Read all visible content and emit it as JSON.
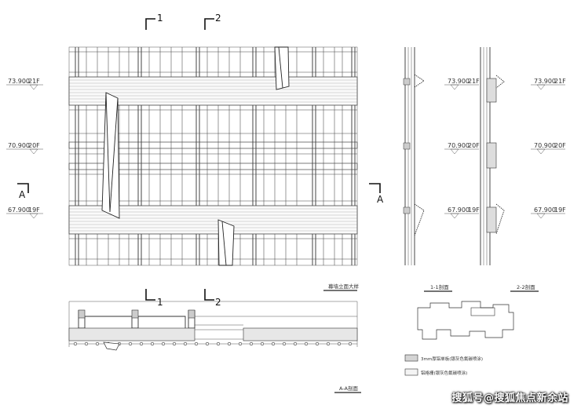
{
  "levels": [
    {
      "elev": "73.900",
      "floor": "21F"
    },
    {
      "elev": "70.900",
      "floor": "20F"
    },
    {
      "elev": "67.900",
      "floor": "19F"
    }
  ],
  "section_markers": {
    "one": "1",
    "two": "2",
    "a": "A"
  },
  "titles": {
    "elevation": "幕墙立面大样",
    "section_1": "1-1剖面",
    "section_2": "2-2剖面",
    "section_a": "A-A剖面"
  },
  "legend": [
    {
      "text": "3mm厚铝单板(银灰色氟碳喷涂)",
      "swatch": "#d4d4d4"
    },
    {
      "text": "铝格栅(银灰色氟碳喷涂)",
      "swatch": "#f4f4f4"
    }
  ],
  "watermark": "搜狐号@搜狐焦点新余站"
}
